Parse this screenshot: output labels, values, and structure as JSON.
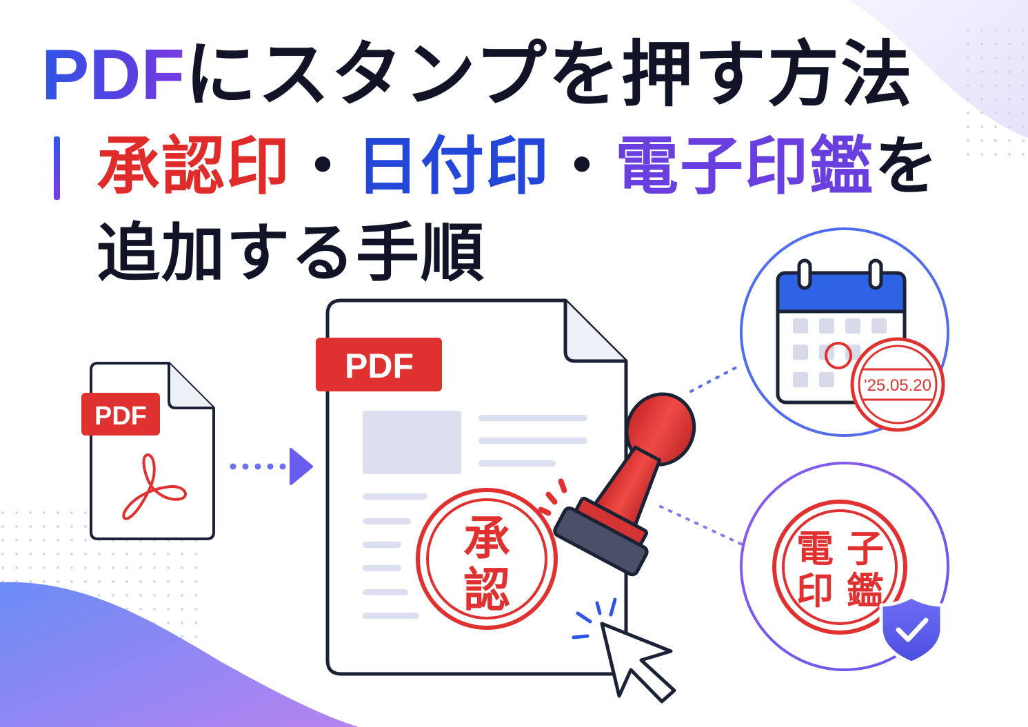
{
  "title": {
    "line1_pdf": "PDF",
    "line1_rest": "にスタンプを押す方法",
    "line2_approval": "承認印",
    "line2_sep1": "・",
    "line2_date": "日付印",
    "line2_sep2": "・",
    "line2_digital": "電子印鑑",
    "line2_tail": "を",
    "line3": "追加する手順"
  },
  "small_file": {
    "badge": "PDF",
    "icon": "adobe-acrobat-icon"
  },
  "big_file": {
    "badge": "PDF"
  },
  "approval_seal": {
    "char1": "承",
    "char2": "認"
  },
  "date_stamp": {
    "date": "'25.05.20",
    "icon": "calendar-icon"
  },
  "digital_seal": {
    "char1": "電",
    "char2": "子",
    "char3": "印",
    "char4": "鑑",
    "badge_icon": "shield-check-icon"
  },
  "colors": {
    "accent_blue": "#2f55e6",
    "accent_purple": "#6a3fe0",
    "stamp_red": "#e02b2b",
    "text_dark": "#111427"
  }
}
